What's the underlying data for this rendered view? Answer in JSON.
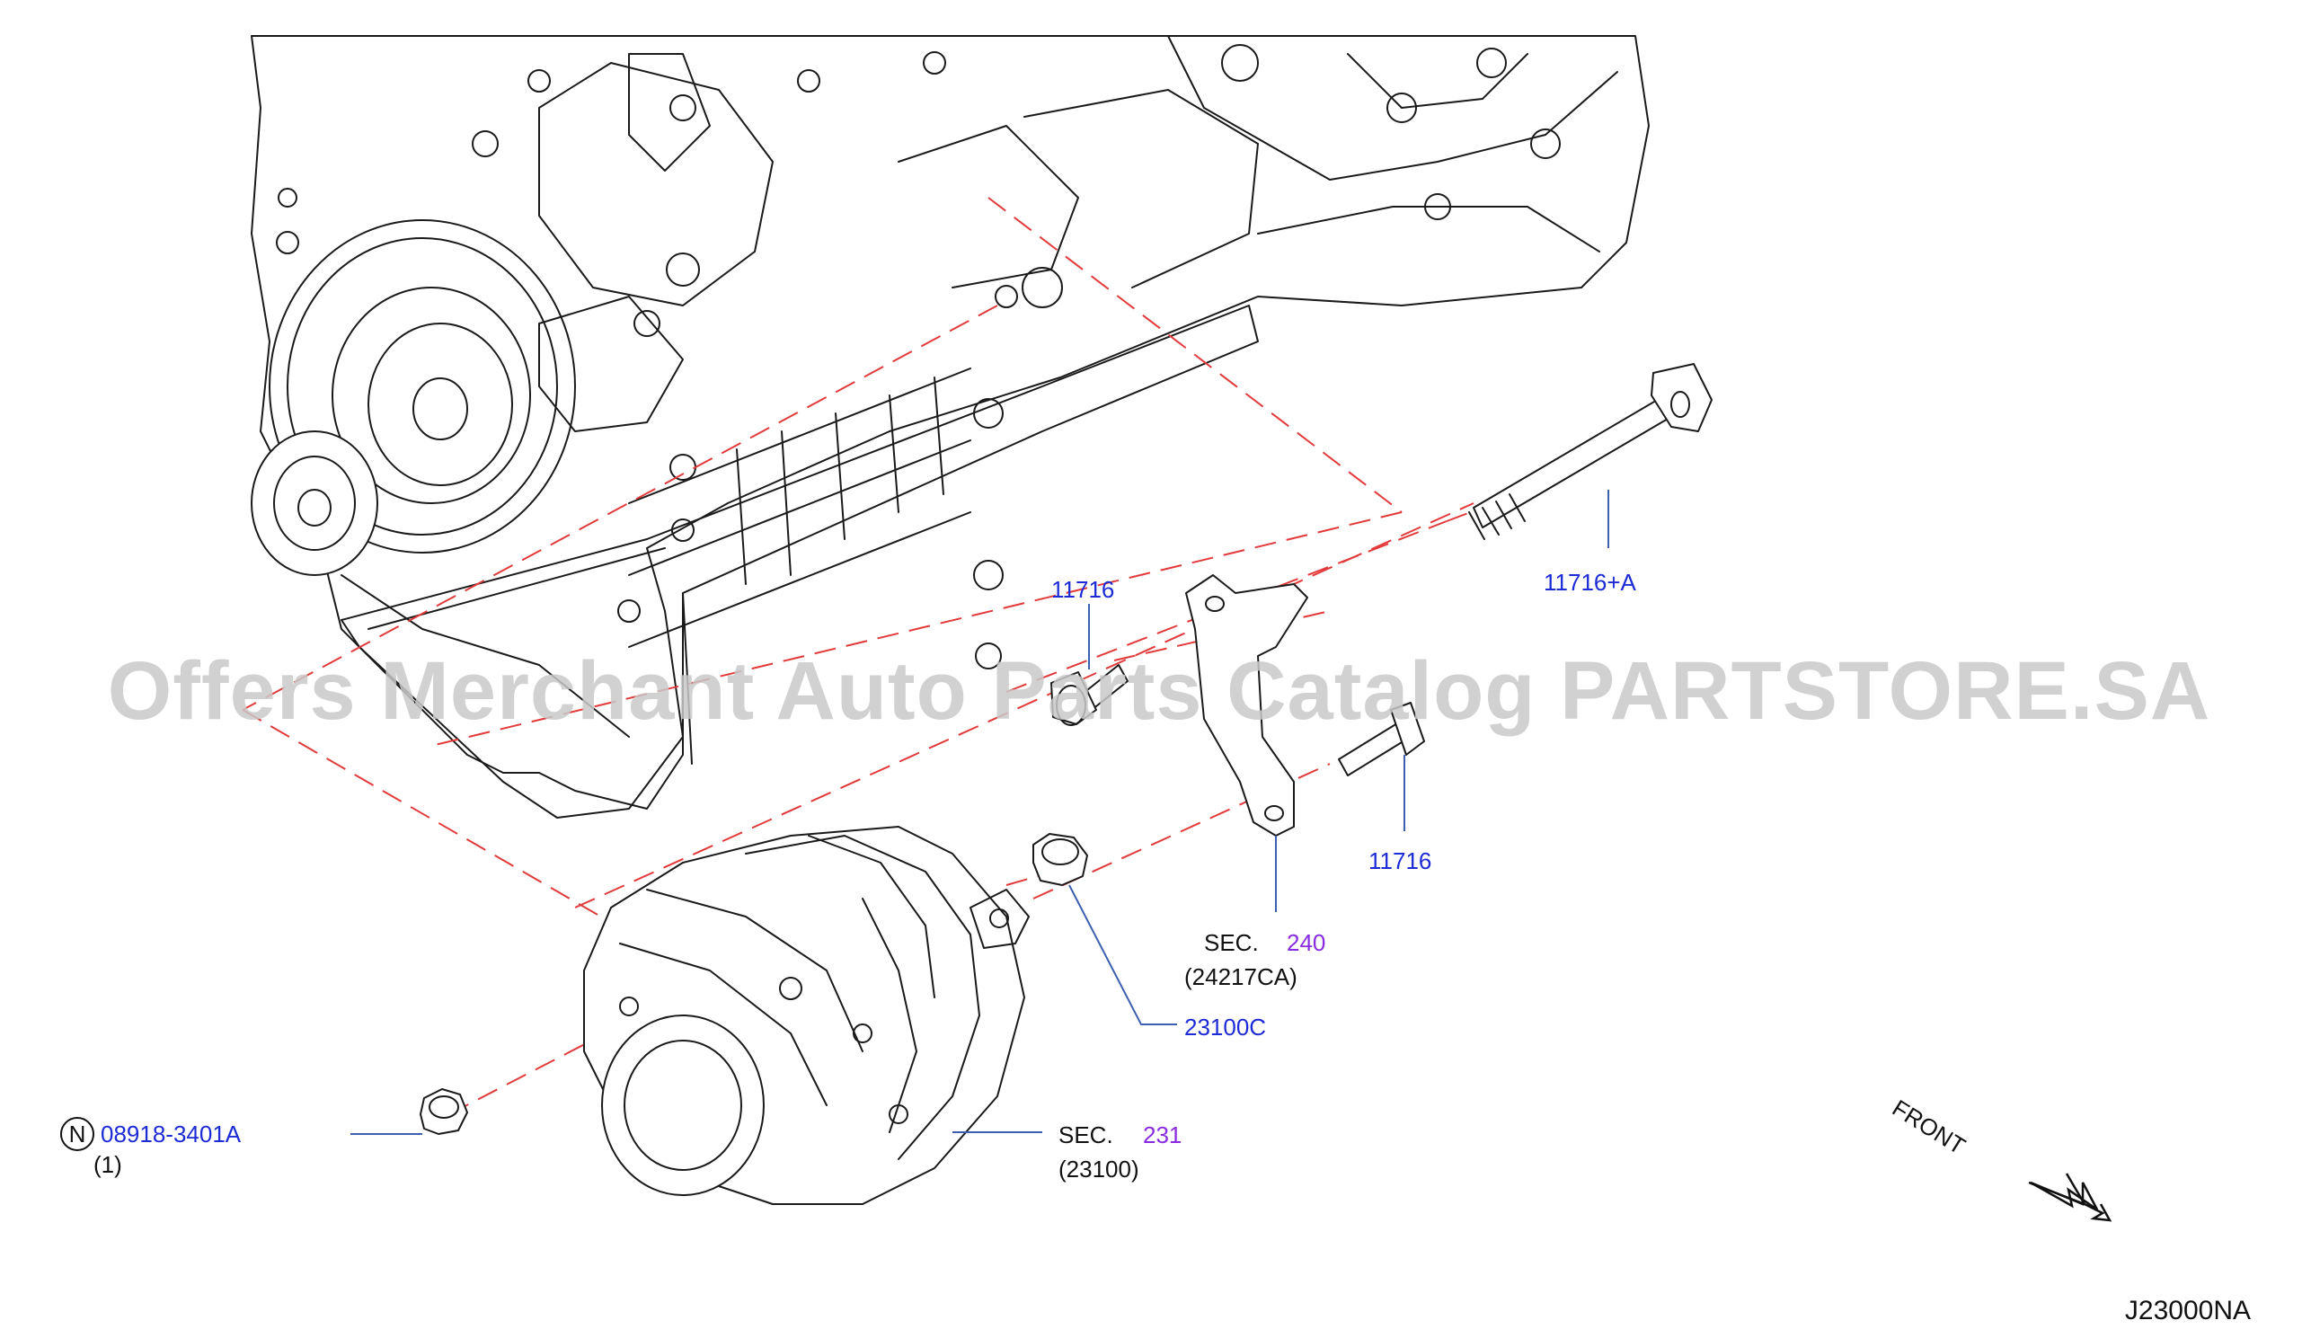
{
  "watermark": "Offers Merchant Auto Parts Catalog PARTSTORE.SA",
  "callouts": {
    "bolt_11716_a": "11716",
    "bolt_long": "11716+A",
    "bolt_11716_b": "11716",
    "bracket_sec_prefix": "SEC.",
    "bracket_sec_num": "240",
    "bracket_part": "(24217CA)",
    "nut_23100c": "23100C",
    "nut_n_symbol": "N",
    "nut_08918": "08918-3401A",
    "nut_qty": "(1)",
    "alt_sec_prefix": "SEC.",
    "alt_sec_num": "231",
    "alt_part": "(23100)"
  },
  "front_label": "FRONT",
  "drawing_id": "J23000NA",
  "colors": {
    "part_number": "#1d2bd6",
    "section_number": "#8a2be2",
    "dashed_line": "#e23a3a",
    "leader": "#3d5fb0"
  }
}
